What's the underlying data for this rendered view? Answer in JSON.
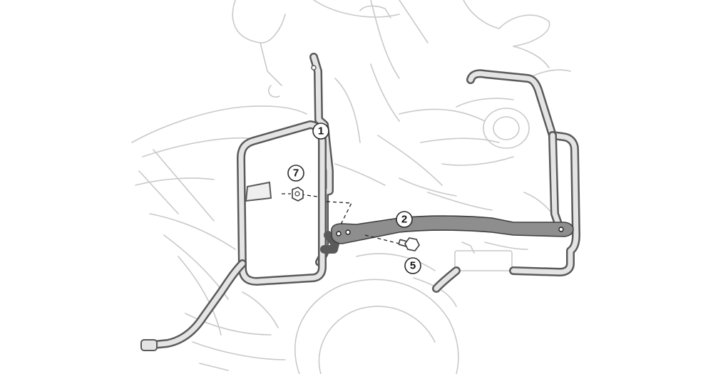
{
  "callouts": [
    {
      "id": "c1",
      "label": "1"
    },
    {
      "id": "c2",
      "label": "2"
    },
    {
      "id": "c5",
      "label": "5"
    },
    {
      "id": "c7",
      "label": "7"
    }
  ],
  "colors": {
    "frame": "#5a5a5a",
    "bar": "#8e8e8e",
    "sketch": "#c9c9c9",
    "ink": "#2a2a2a"
  },
  "icons": {
    "bolt": "bolt-icon",
    "nut": "flange-nut-icon"
  }
}
